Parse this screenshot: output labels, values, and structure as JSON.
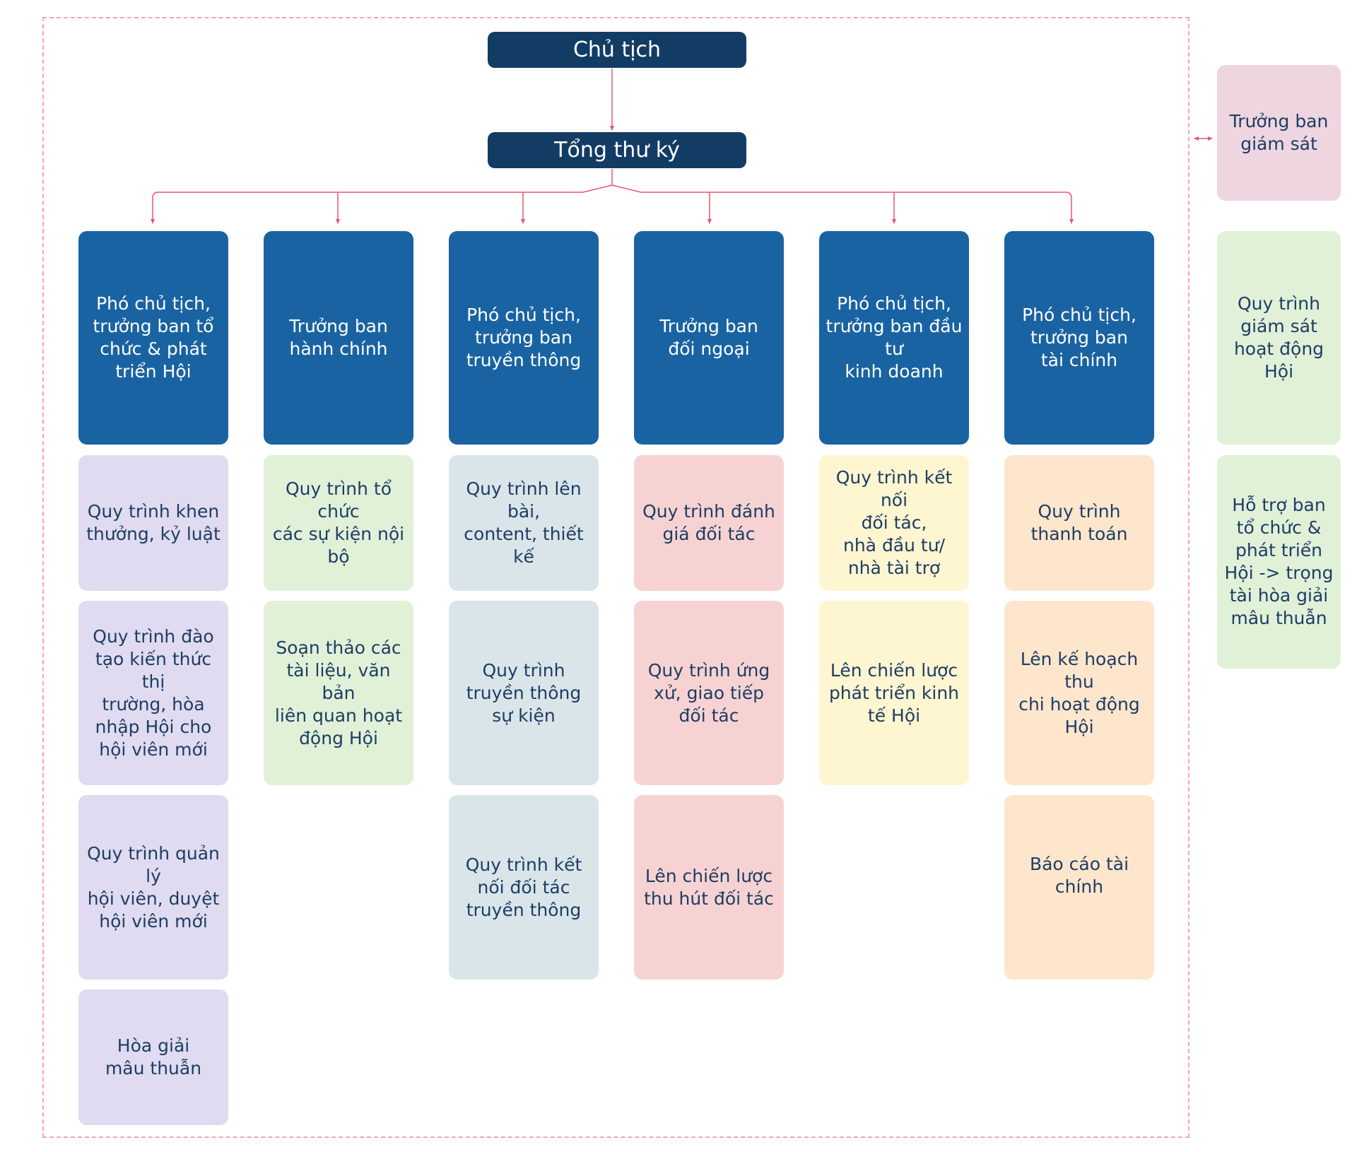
{
  "chart_title": "",
  "top": {
    "chairman": "Chủ tịch",
    "secretary_general": "Tổng thư ký"
  },
  "departments": [
    {
      "head": "Phó chủ tịch,\ntrưởng ban tổ\nchức & phát\ntriển Hội",
      "tasks": [
        "Quy trình khen\nthưởng, kỷ luật",
        "Quy trình đào\ntạo kiến thức thị\ntrường, hòa\nnhập Hội cho\nhội viên mới",
        "Quy trình quản lý\nhội viên, duyệt\nhội viên mới",
        "Hòa giải\nmâu thuẫn"
      ]
    },
    {
      "head": "Trưởng ban\nhành chính",
      "tasks": [
        "Quy trình tổ chức\ncác sự kiện nội bộ",
        "Soạn thảo các\ntài liệu, văn bản\nliên quan hoạt\nđộng Hội"
      ]
    },
    {
      "head": "Phó chủ tịch,\ntrưởng ban\ntruyền thông",
      "tasks": [
        "Quy trình lên bài,\ncontent, thiết kế",
        "Quy trình\ntruyền thông\nsự kiện",
        "Quy trình kết\nnối đối tác\ntruyền thông"
      ]
    },
    {
      "head": "Trưởng ban\nđối ngoại",
      "tasks": [
        "Quy trình đánh\ngiá đối tác",
        "Quy trình ứng\nxử, giao tiếp\nđối tác",
        "Lên chiến lược\nthu hút đối tác"
      ]
    },
    {
      "head": "Phó chủ tịch,\ntrưởng ban đầu tư\nkinh doanh",
      "tasks": [
        "Quy trình kết nối\nđối tác,\nnhà đầu tư/\nnhà tài trợ",
        "Lên chiến lược\nphát triển kinh\ntế Hội"
      ]
    },
    {
      "head": "Phó chủ tịch,\ntrưởng ban\ntài chính",
      "tasks": [
        "Quy trình\nthanh toán",
        "Lên kế hoạch thu\nchi hoạt động\nHội",
        "Báo cáo tài chính"
      ]
    }
  ],
  "supervision": {
    "head": "Trưởng ban\ngiám sát",
    "tasks": [
      "Quy trình\ngiám sát\nhoạt động\nHội",
      "Hỗ trợ ban\ntổ chức &\nphát triển\nHội -> trọng\ntài hòa giải\nmâu thuẫn"
    ]
  },
  "colors": {
    "top_box": "#133c64",
    "department_head": "#1963a2",
    "connector": "#e8566f",
    "frame_border": "#f3a4b5",
    "organization_tasks": "#e0dbf0",
    "administration_tasks": "#e0f1d8",
    "communication_tasks": "#d9e5e9",
    "external_relations_tasks": "#f6d3d2",
    "investment_tasks": "#fdf6d0",
    "finance_tasks": "#fde6cc",
    "supervision_head": "#eed5e0",
    "supervision_tasks": "#e0f1d8"
  }
}
